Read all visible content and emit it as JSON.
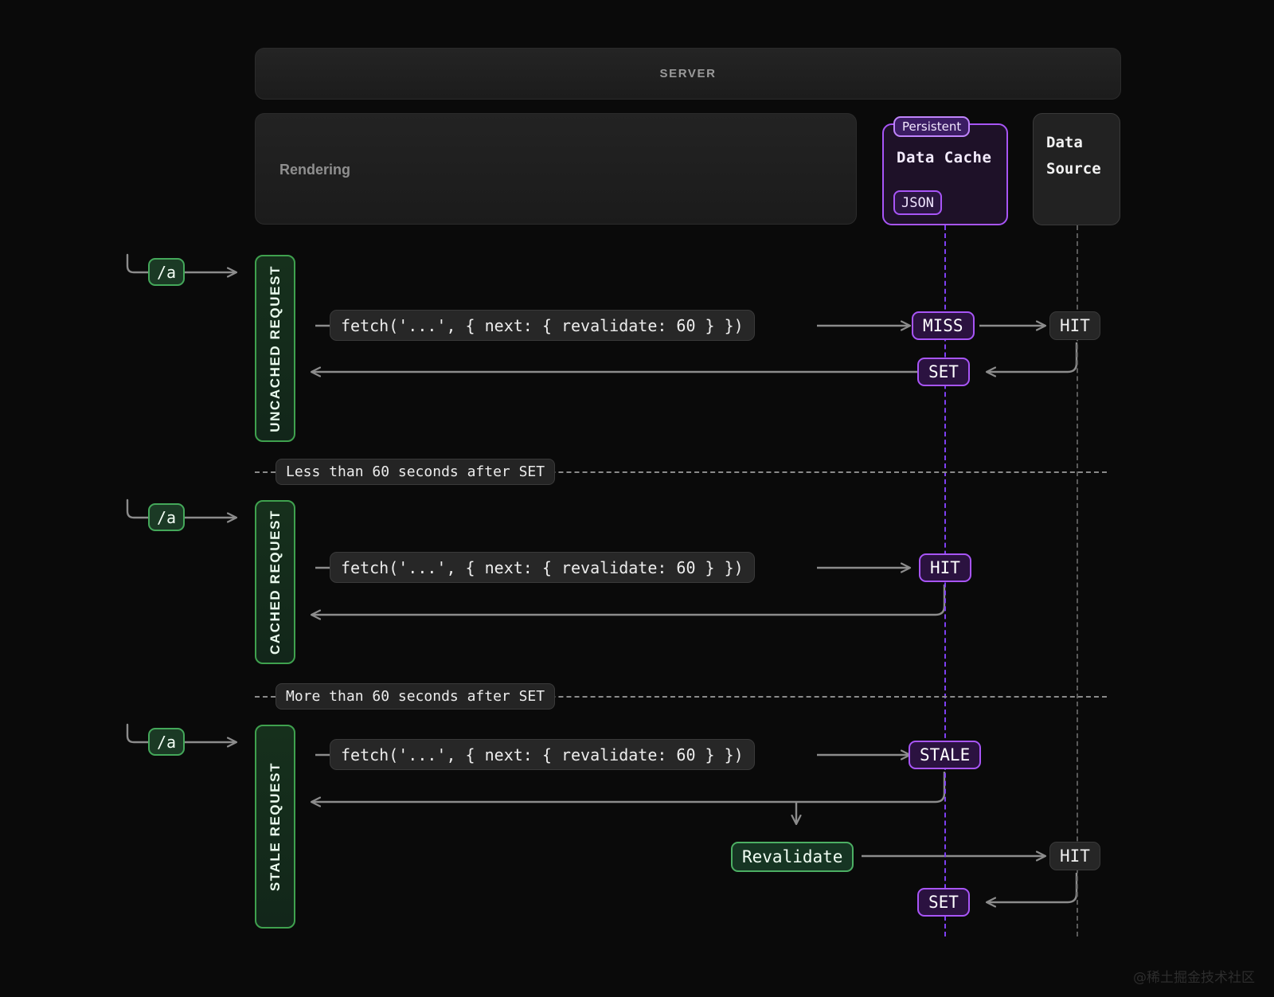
{
  "header": {
    "server_label": "SERVER"
  },
  "panels": {
    "rendering": {
      "label": "Rendering"
    },
    "data_cache": {
      "title": "Data Cache",
      "persistent_chip": "Persistent",
      "json_chip": "JSON"
    },
    "data_source": {
      "title": "Data\nSource",
      "line1": "Data",
      "line2": "Source"
    }
  },
  "code": {
    "fetch_call": "fetch('...', { next: { revalidate: 60 } })"
  },
  "route": {
    "path": "/a"
  },
  "rows": [
    {
      "id": "uncached",
      "column_label": "UNCACHED REQUEST",
      "fetch": "fetch('...', { next: { revalidate: 60 } })",
      "cache_status": "MISS",
      "source_status": "HIT",
      "set_status": "SET"
    },
    {
      "id": "cached",
      "column_label": "CACHED REQUEST",
      "fetch": "fetch('...', { next: { revalidate: 60 } })",
      "cache_status": "HIT"
    },
    {
      "id": "stale",
      "column_label": "STALE REQUEST",
      "fetch": "fetch('...', { next: { revalidate: 60 } })",
      "cache_status": "STALE",
      "revalidate_label": "Revalidate",
      "source_status": "HIT",
      "set_status": "SET"
    }
  ],
  "dividers": [
    {
      "label": "Less than 60 seconds after SET"
    },
    {
      "label": "More than 60 seconds after SET"
    }
  ],
  "colors": {
    "background": "#0a0a0a",
    "purple_accent": "#a855f7",
    "green_accent": "#4caf63",
    "line_grey": "#8c8c8c",
    "cache_lifeline": "#7e3ff2",
    "source_lifeline": "#5a5a5a"
  },
  "watermark": {
    "text": "@稀土掘金技术社区"
  }
}
